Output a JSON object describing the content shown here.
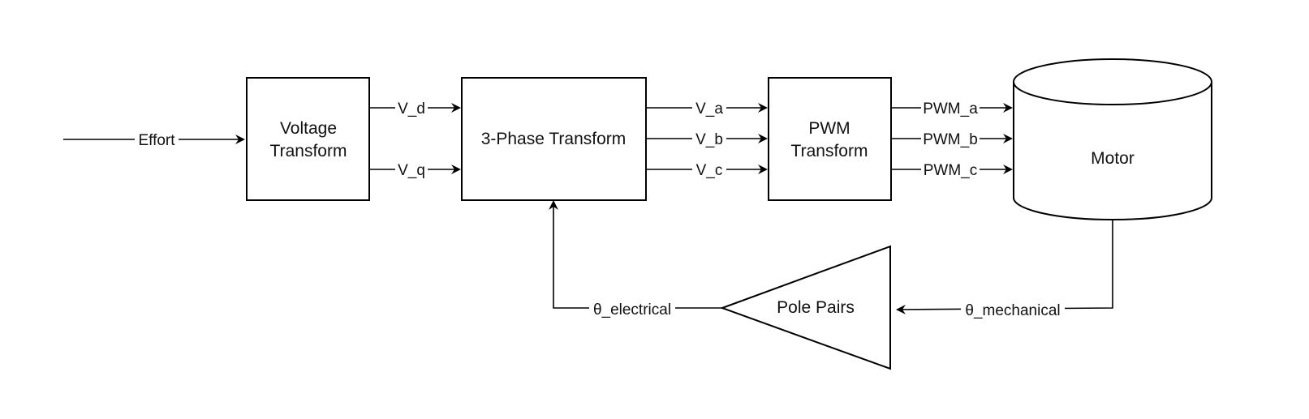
{
  "diagram": {
    "title": "Motor control (FOC) block diagram",
    "blocks": {
      "voltage_transform": {
        "lines": [
          "Voltage",
          "Transform"
        ]
      },
      "three_phase_transform": {
        "lines": [
          "3-Phase Transform"
        ]
      },
      "pwm_transform": {
        "lines": [
          "PWM",
          "Transform"
        ]
      },
      "motor": {
        "lines": [
          "Motor"
        ]
      },
      "pole_pairs": {
        "lines": [
          "Pole Pairs"
        ]
      }
    },
    "signals": {
      "effort": "Effort",
      "v_d": "V_d",
      "v_q": "V_q",
      "v_a": "V_a",
      "v_b": "V_b",
      "v_c": "V_c",
      "pwm_a": "PWM_a",
      "pwm_b": "PWM_b",
      "pwm_c": "PWM_c",
      "theta_mechanical": "θ_mechanical",
      "theta_electrical": "θ_electrical"
    },
    "colors": {
      "stroke": "#000000",
      "fill": "#ffffff",
      "text": "#111111"
    }
  }
}
